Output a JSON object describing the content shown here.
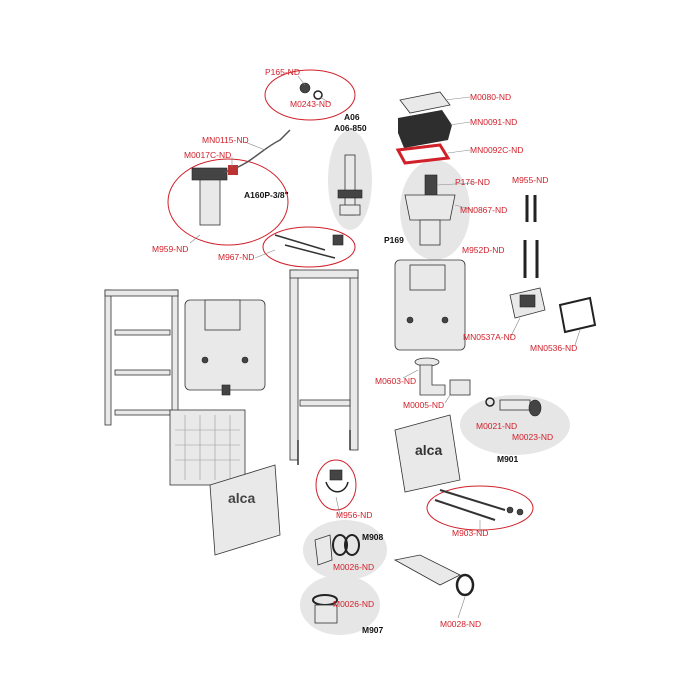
{
  "labels": {
    "P165_ND": "P165-ND",
    "M0243_ND": "M0243-ND",
    "M0080_ND": "M0080-ND",
    "MN0091_ND": "MN0091-ND",
    "MN0092C_ND": "MN0092C-ND",
    "A06": "A06",
    "A06_850": "A06-850",
    "MN0115_ND": "MN0115-ND",
    "M0017C_ND": "M0017C-ND",
    "A160P_3_8": "A160P-3/8\"",
    "M959_ND": "M959-ND",
    "M967_ND": "M967-ND",
    "P176_ND": "P176-ND",
    "MN0867_ND": "MN0867-ND",
    "P169": "P169",
    "M955_ND": "M955-ND",
    "M952D_ND": "M952D-ND",
    "MN0537A_ND": "MN0537A-ND",
    "MN0536_ND": "MN0536-ND",
    "M0603_ND": "M0603-ND",
    "M0005_ND": "M0005-ND",
    "M0021_ND": "M0021-ND",
    "M0023_ND": "M0023-ND",
    "M901": "M901",
    "M956_ND": "M956-ND",
    "M903_ND": "M903-ND",
    "M908": "M908",
    "M0026_ND_a": "M0026-ND",
    "M0026_ND_b": "M0026-ND",
    "M907": "M907",
    "M0028_ND": "M0028-ND"
  },
  "logo": {
    "text_cover": "alca",
    "text_box": "alca"
  },
  "colors": {
    "callout_red": "#d0202a",
    "part_grey": "#e9e9e9",
    "group_fill": "#e6e6e6"
  }
}
